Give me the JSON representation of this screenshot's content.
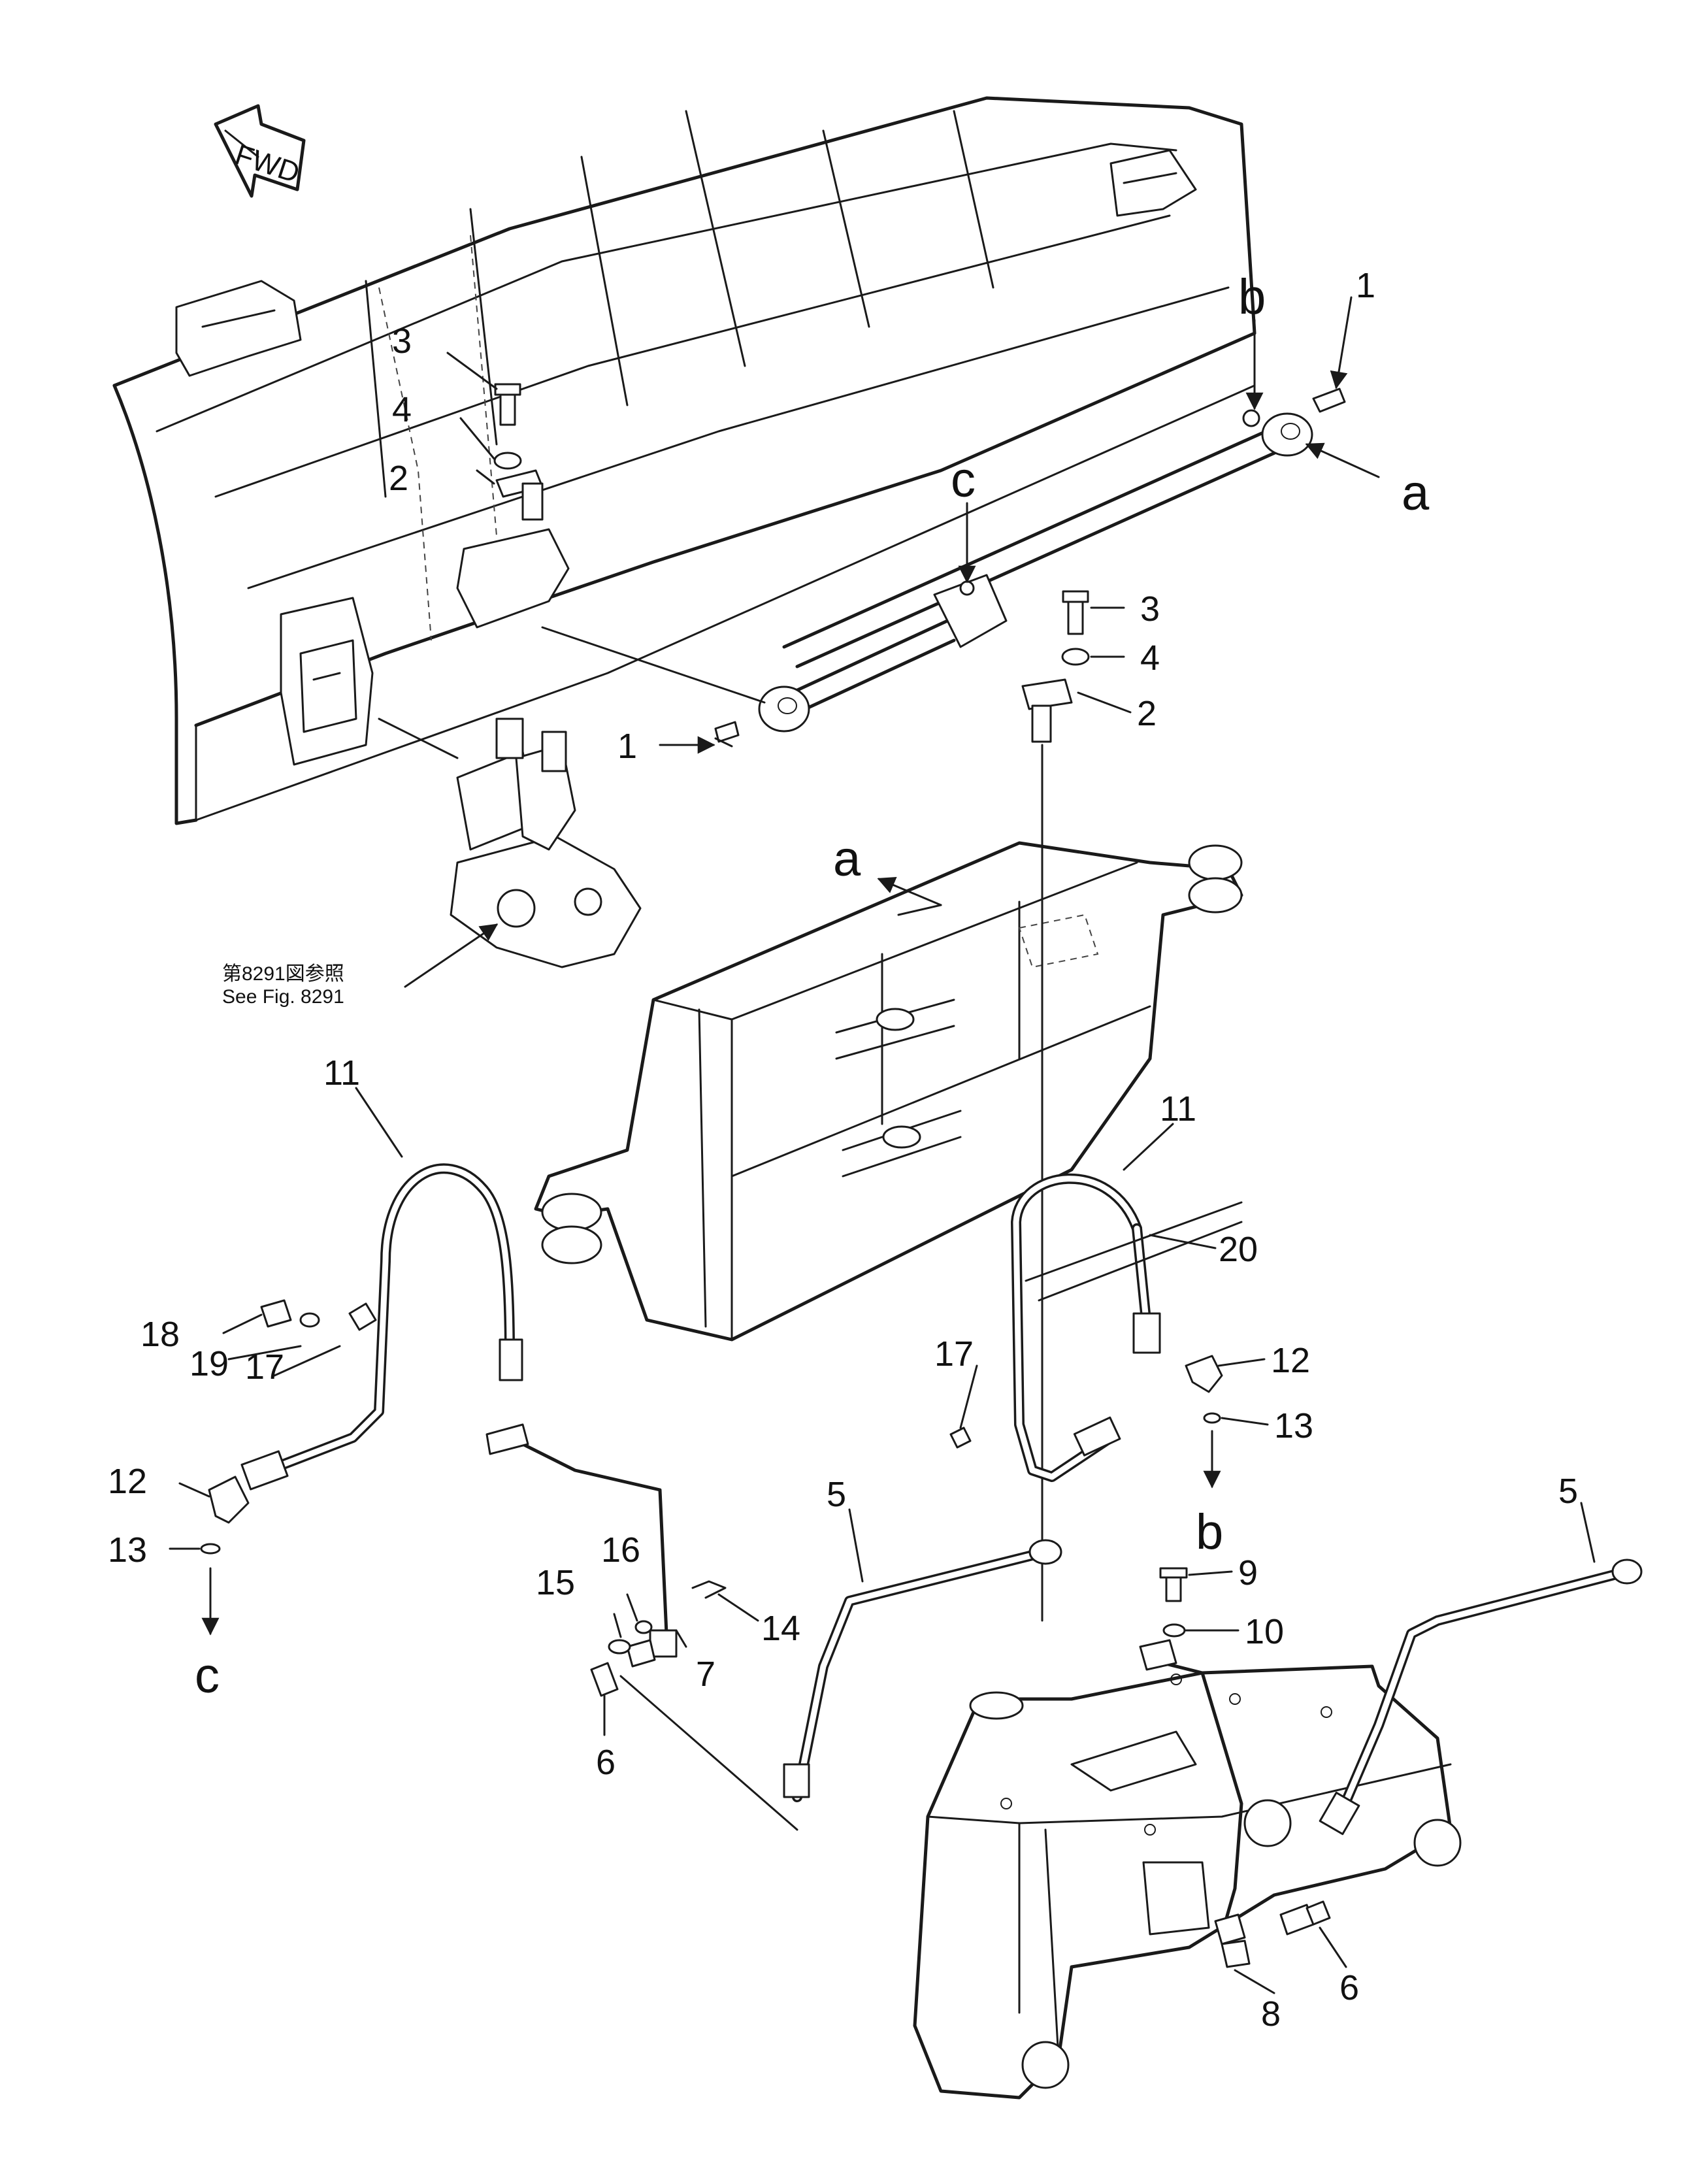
{
  "fwd_label": "FWD",
  "see_figure": {
    "japanese": "第8291図参照",
    "english": "See  Fig. 8291"
  },
  "callouts": {
    "item1": "1",
    "item2": "2",
    "item3": "3",
    "item4": "4",
    "item5": "5",
    "item6": "6",
    "item7": "7",
    "item8": "8",
    "item9": "9",
    "item10": "10",
    "item11": "11",
    "item12": "12",
    "item13": "13",
    "item14": "14",
    "item15": "15",
    "item16": "16",
    "item17": "17",
    "item18": "18",
    "item19": "19",
    "item20": "20"
  },
  "refs": {
    "a": "a",
    "b": "b",
    "c": "c"
  }
}
